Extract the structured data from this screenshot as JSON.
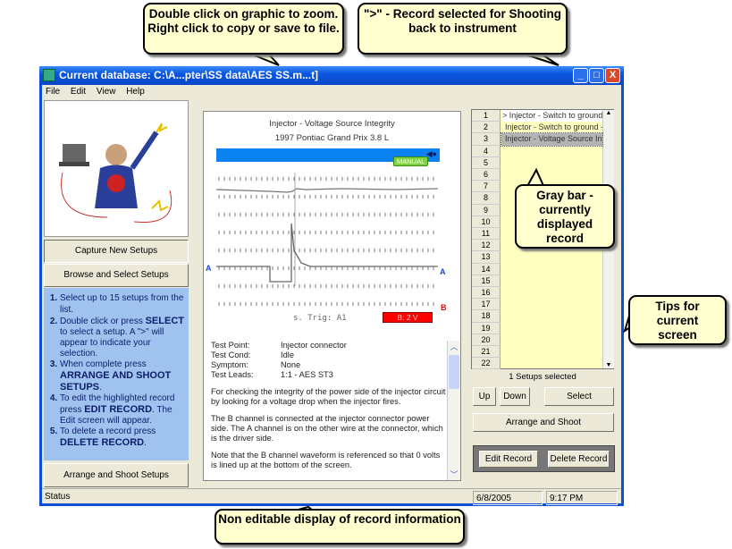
{
  "window": {
    "title": "Current database: C:\\A...pter\\SS data\\AES SS.m...t]",
    "minimize": "_",
    "maximize": "□",
    "close": "X"
  },
  "menu": [
    "File",
    "Edit",
    "View",
    "Help"
  ],
  "left": {
    "capture": "Capture New Setups",
    "browse": "Browse and Select Setups",
    "arrange": "Arrange and Shoot Setups",
    "tips": [
      {
        "pre": "Select up to 15 setups from the list.",
        "bold": "",
        "post": ""
      },
      {
        "pre": "Double click or press ",
        "bold": "SELECT",
        "post": " to select a setup.  A \">\" will appear to indicate your selection."
      },
      {
        "pre": "When complete press ",
        "bold": "ARRANGE AND SHOOT SETUPS",
        "post": "."
      },
      {
        "pre": "To edit the highlighted record press ",
        "bold": "EDIT RECORD",
        "post": ". The Edit screen will appear."
      },
      {
        "pre": "To delete a record press ",
        "bold": "DELETE RECORD",
        "post": "."
      }
    ]
  },
  "record": {
    "title": "Injector - Voltage Source Integrity",
    "vehicle": "1997 Pontiac Grand Prix 3.8 L",
    "mode_badge": "MANUAL",
    "ch_a": "A",
    "ch_b": "B",
    "trig": "s.  Trig: A1",
    "scale": "B: 2 V",
    "fields": [
      {
        "label": "Test Point:",
        "value": "Injector connector"
      },
      {
        "label": "Test Cond:",
        "value": "Idle"
      },
      {
        "label": "Symptom:",
        "value": "None"
      },
      {
        "label": "Test Leads:",
        "value": "1:1  - AES ST3"
      }
    ],
    "paragraphs": [
      "For checking the integrity of the power side of the injector circuit by looking for a voltage drop when the injector fires.",
      "The B channel is connected at the injector connector power side. The A channel is on the other wire at the connector, which is the driver side.",
      "Note that the B channel waveform is referenced so that 0 volts is lined up at the bottom of the screen."
    ]
  },
  "list": {
    "rows": [
      {
        "n": "1",
        "text": "> Injector - Switch to ground  I",
        "state": "selected"
      },
      {
        "n": "2",
        "text": "Injector - Switch to ground - I",
        "state": ""
      },
      {
        "n": "3",
        "text": "Injector - Voltage Source Inte",
        "state": "current"
      },
      {
        "n": "4",
        "text": ""
      },
      {
        "n": "5",
        "text": ""
      },
      {
        "n": "6",
        "text": ""
      },
      {
        "n": "7",
        "text": ""
      },
      {
        "n": "8",
        "text": ""
      },
      {
        "n": "9",
        "text": ""
      },
      {
        "n": "10",
        "text": ""
      },
      {
        "n": "11",
        "text": ""
      },
      {
        "n": "12",
        "text": ""
      },
      {
        "n": "13",
        "text": ""
      },
      {
        "n": "14",
        "text": ""
      },
      {
        "n": "15",
        "text": ""
      },
      {
        "n": "16",
        "text": ""
      },
      {
        "n": "17",
        "text": ""
      },
      {
        "n": "18",
        "text": ""
      },
      {
        "n": "19",
        "text": ""
      },
      {
        "n": "20",
        "text": ""
      },
      {
        "n": "21",
        "text": ""
      },
      {
        "n": "22",
        "text": ""
      }
    ],
    "count": "1  Setups selected"
  },
  "buttons": {
    "up": "Up",
    "down": "Down",
    "select": "Select",
    "arrange": "Arrange and Shoot",
    "edit": "Edit Record",
    "delete": "Delete Record"
  },
  "status": {
    "label": "Status",
    "date": "6/8/2005",
    "time": "9:17 PM"
  },
  "callouts": {
    "graphic": "Double click on graphic to zoom.    Right click to copy or save to file.",
    "marker": "\">\" - Record selected for Shooting back to instrument",
    "gray": "Gray bar - currently displayed record",
    "tips": "Tips for current screen",
    "info": "Non editable display of record information"
  }
}
